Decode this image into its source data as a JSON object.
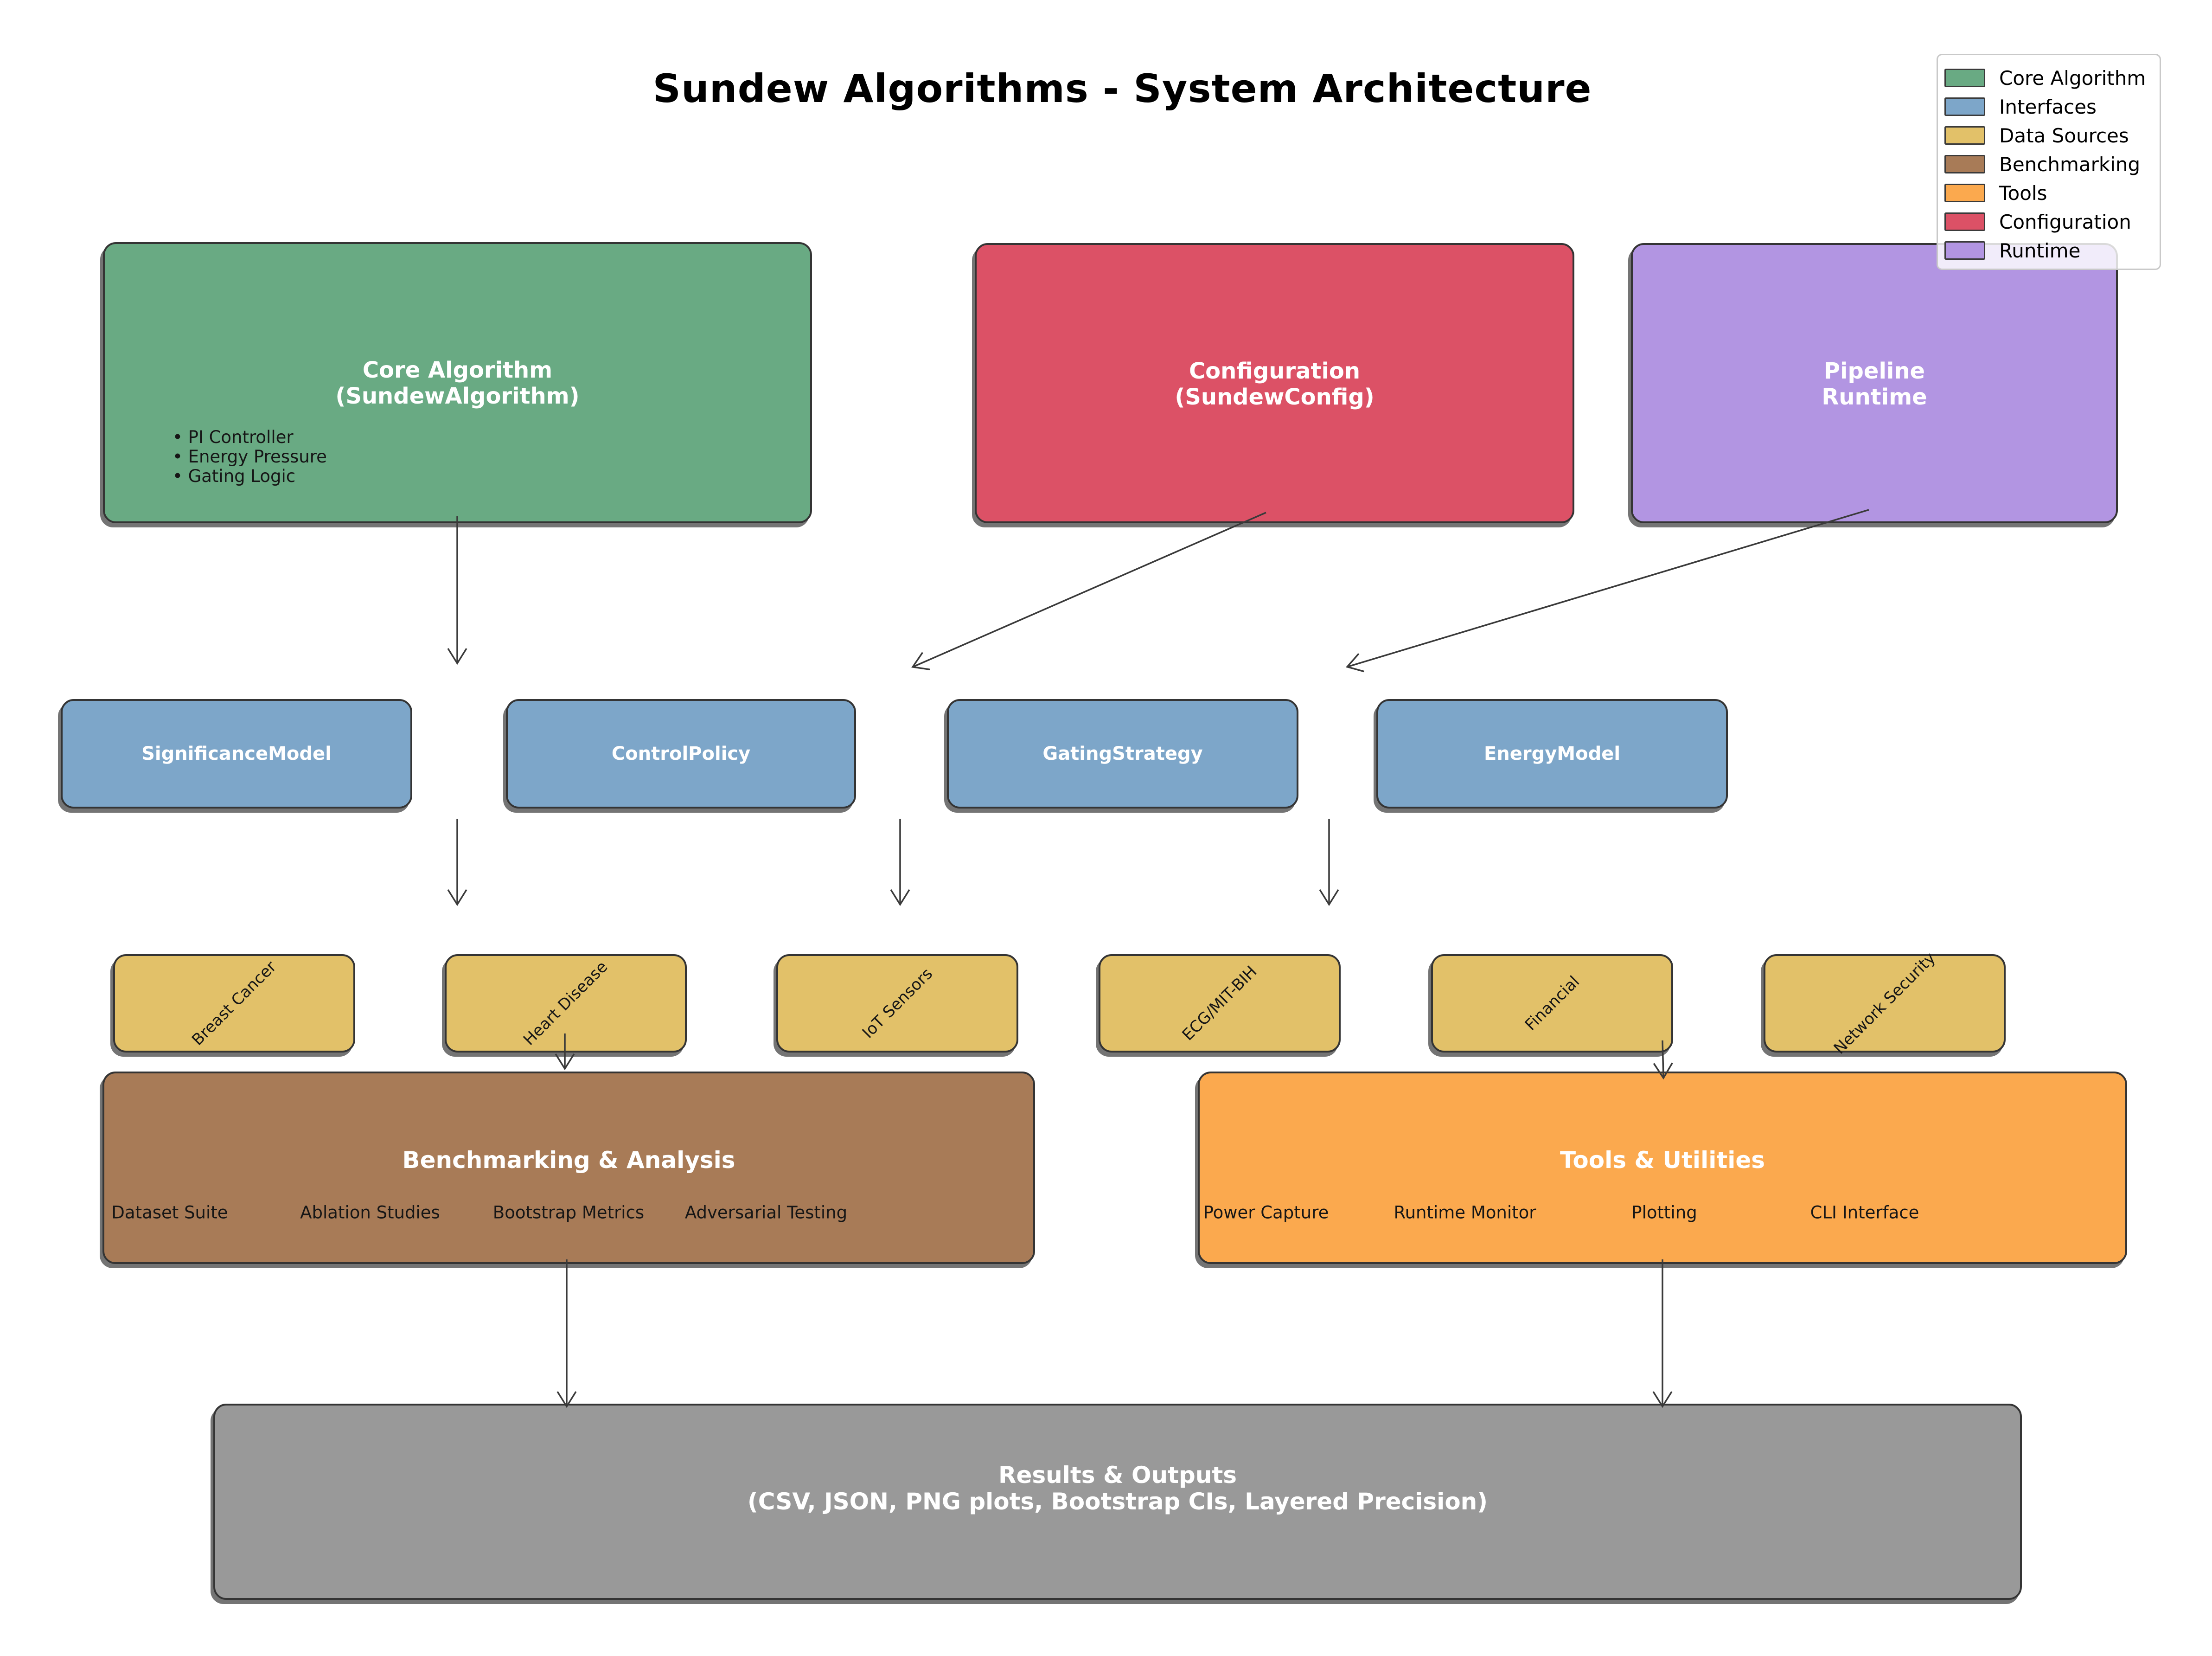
{
  "title": "Sundew Algorithms - System Architecture",
  "colors": {
    "core_algorithm": "#69aa83",
    "interfaces": "#7da6c9",
    "data_sources": "#e2c169",
    "benchmarking": "#a87b57",
    "tools": "#fba94e",
    "configuration": "#dc5166",
    "runtime": "#b295e2",
    "results": "#999999",
    "arrow": "#3a3a3a"
  },
  "legend": {
    "items": [
      {
        "label": "Core Algorithm",
        "color": "#69aa83"
      },
      {
        "label": "Interfaces",
        "color": "#7da6c9"
      },
      {
        "label": "Data Sources",
        "color": "#e2c169"
      },
      {
        "label": "Benchmarking",
        "color": "#a87b57"
      },
      {
        "label": "Tools",
        "color": "#fba94e"
      },
      {
        "label": "Configuration",
        "color": "#dc5166"
      },
      {
        "label": "Runtime",
        "color": "#b295e2"
      }
    ]
  },
  "boxes": {
    "core": {
      "title1": "Core Algorithm",
      "title2": "(SundewAlgorithm)",
      "bullets": [
        "• PI Controller",
        "• Energy Pressure",
        "• Gating Logic"
      ]
    },
    "config": {
      "title1": "Configuration",
      "title2": "(SundewConfig)"
    },
    "pipeline": {
      "title1": "Pipeline",
      "title2": "Runtime"
    },
    "interfaces": [
      "SignificanceModel",
      "ControlPolicy",
      "GatingStrategy",
      "EnergyModel"
    ],
    "datasets": [
      "Breast Cancer",
      "Heart Disease",
      "IoT Sensors",
      "ECG/MIT-BIH",
      "Financial",
      "Network Security"
    ],
    "benchmarking": {
      "title": "Benchmarking & Analysis",
      "items": [
        "Dataset Suite",
        "Ablation Studies",
        "Bootstrap Metrics",
        "Adversarial Testing"
      ]
    },
    "tools": {
      "title": "Tools & Utilities",
      "items": [
        "Power Capture",
        "Runtime Monitor",
        "Plotting",
        "CLI Interface"
      ]
    },
    "results": {
      "title1": "Results & Outputs",
      "title2": "(CSV, JSON, PNG plots, Bootstrap CIs, Layered Precision)"
    }
  }
}
